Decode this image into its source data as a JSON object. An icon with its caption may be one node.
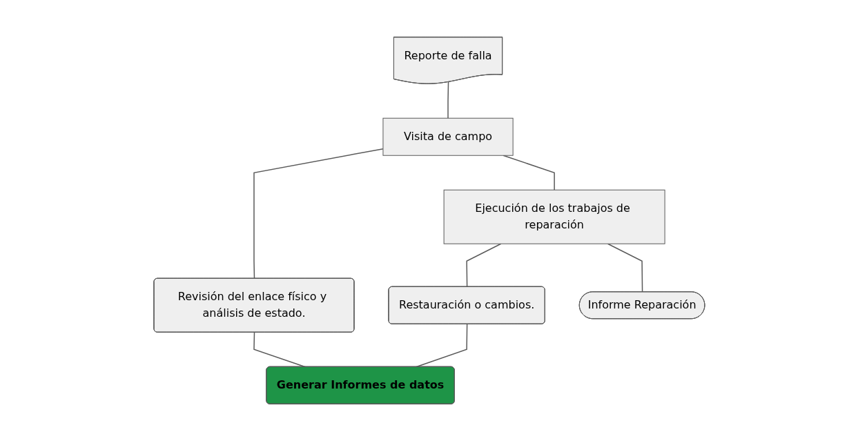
{
  "diagram": {
    "nodes": [
      {
        "text": [
          "Reporte de falla"
        ]
      },
      {
        "text": [
          "Visita de campo"
        ]
      },
      {
        "text": [
          "Revisión del enlace físico y análisis de estado."
        ]
      },
      {
        "text": [
          "Generar Informes de datos"
        ]
      },
      {
        "text": [
          "Ejecución de los trabajos de reparación"
        ]
      },
      {
        "text": [
          "Restauración o cambios."
        ]
      },
      {
        "text": [
          "Informe Reparación"
        ]
      }
    ],
    "edges": [
      {
        "from": 0,
        "to": 1,
        "arrow": "none"
      },
      {
        "from": 1,
        "to": 2,
        "arrow": "none"
      },
      {
        "from": 2,
        "to": 3,
        "arrow": "none"
      },
      {
        "from": 1,
        "to": 4,
        "arrow": "none"
      },
      {
        "from": 4,
        "to": 5,
        "arrow": "none"
      },
      {
        "from": 5,
        "to": 3,
        "arrow": "none"
      },
      {
        "from": 4,
        "to": 6,
        "arrow": "none"
      }
    ]
  }
}
